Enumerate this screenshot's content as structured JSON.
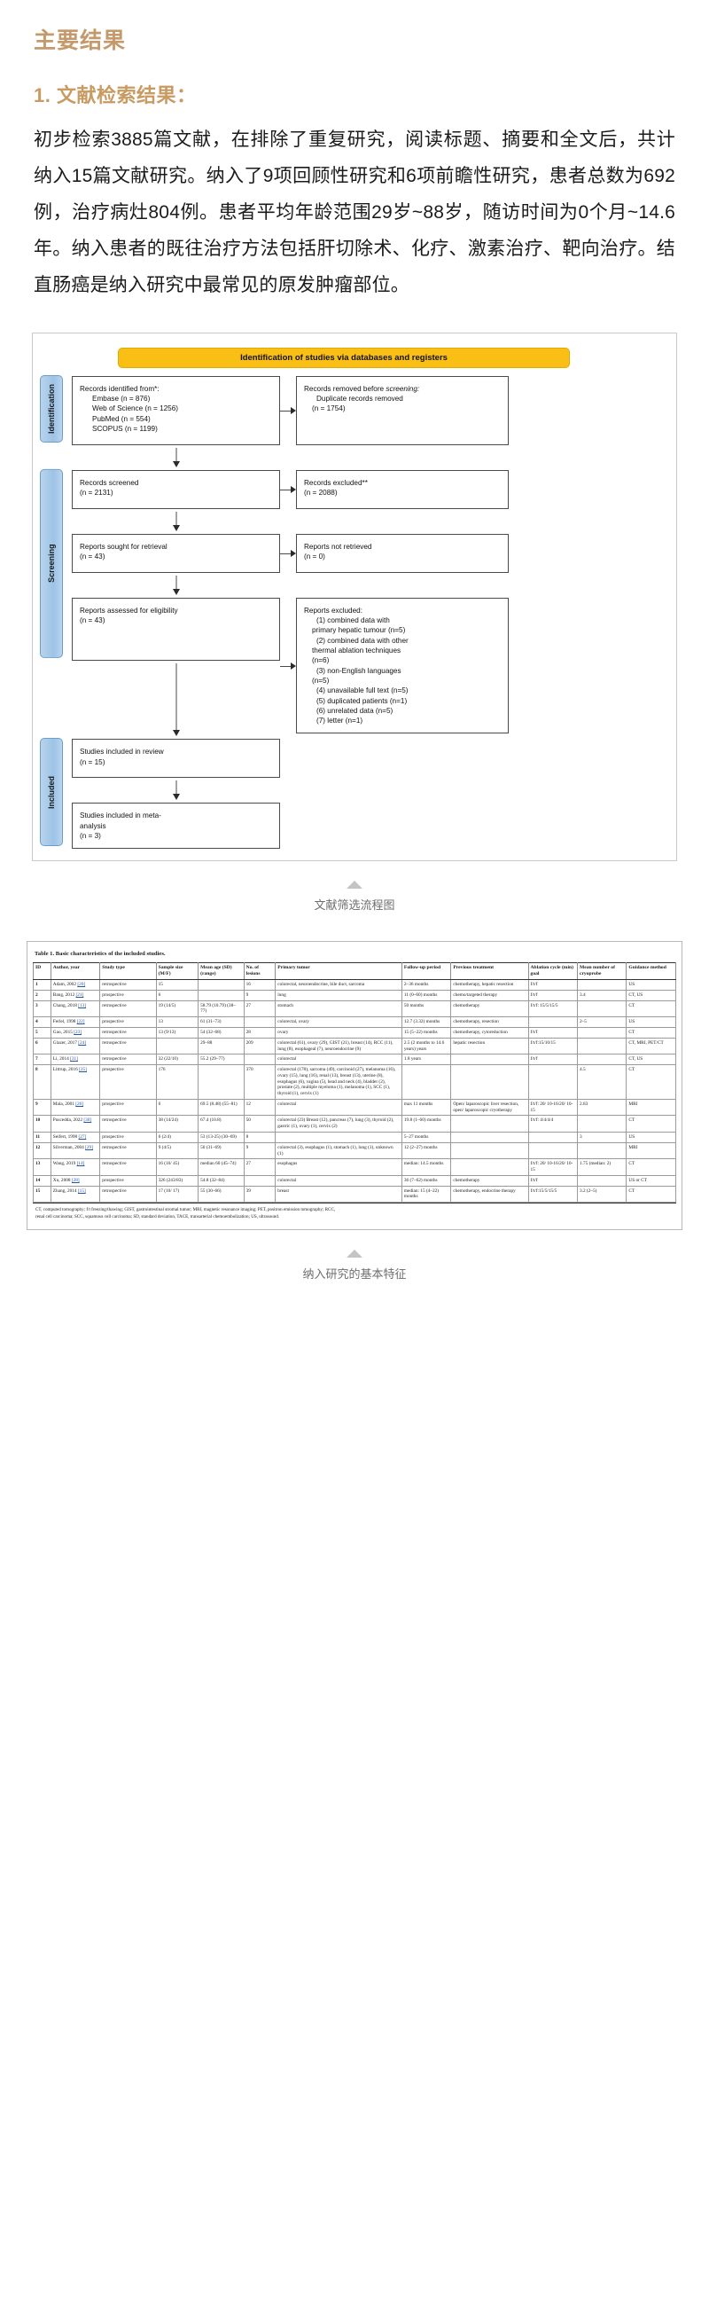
{
  "article": {
    "section_title": "主要结果",
    "sub_title": "1. 文献检索结果：",
    "body": "初步检索3885篇文献，在排除了重复研究，阅读标题、摘要和全文后，共计纳入15篇文献研究。纳入了9项回顾性研究和6项前瞻性研究，患者总数为692例，治疗病灶804例。患者平均年龄范围29岁~88岁，随访时间为0个月~14.6年。纳入患者的既往治疗方法包括肝切除术、化疗、激素治疗、靶向治疗。结直肠癌是纳入研究中最常见的原发肿瘤部位。"
  },
  "figure1": {
    "caption": "文献筛选流程图",
    "banner": "Identification of studies via databases and registers",
    "stages": {
      "identification": "Identification",
      "screening": "Screening",
      "included": "Included"
    },
    "boxes": {
      "records_identified_title": "Records identified from*:",
      "records_identified_lines": [
        "Embase (n = 876)",
        "Web of Science (n = 1256)",
        "PubMed (n = 554)",
        "SCOPUS (n = 1199)"
      ],
      "records_removed_title": "Records removed before",
      "records_removed_title2": "screening:",
      "records_removed_lines": [
        "Duplicate records removed",
        "(n = 1754)"
      ],
      "records_screened": "Records screened",
      "records_screened_n": "(n = 2131)",
      "records_excluded": "Records excluded**",
      "records_excluded_n": "(n = 2088)",
      "reports_sought": "Reports sought for retrieval",
      "reports_sought_n": "(n = 43)",
      "reports_not_retrieved": "Reports not retrieved",
      "reports_not_retrieved_n": "(n = 0)",
      "reports_assessed": "Reports assessed for eligibility",
      "reports_assessed_n": "(n = 43)",
      "reports_excluded_title": "Reports excluded:",
      "reports_excluded_lines": [
        "(1) combined data with",
        "primary hepatic tumour (n=5)",
        "(2) combined data with other",
        "thermal ablation techniques",
        "(n=6)",
        "(3) non-English languages",
        "(n=5)",
        "(4) unavailable full text (n=5)",
        "(5) duplicated patients (n=1)",
        "(6) unrelated data (n=5)",
        "(7) letter (n=1)"
      ],
      "studies_in_review": "Studies included in review",
      "studies_in_review_n": "(n = 15)",
      "studies_in_meta": "Studies included in meta-",
      "studies_in_meta2": "analysis",
      "studies_in_meta_n": "(n = 3)"
    }
  },
  "figure2": {
    "caption": "纳入研究的基本特征",
    "table_title": "Table 1.  Basic characteristics of the included studies.",
    "columns": [
      "ID",
      "Author, year",
      "Study type",
      "Sample size (M/F)",
      "Mean age (SD) (range)",
      "No. of lesions",
      "Primary tumor",
      "Follow-up period",
      "Previous treatment",
      "Ablation cycle (min) goal",
      "Mean number of cryoprobe",
      "Guidance method"
    ],
    "rows": [
      {
        "id": "1",
        "author": "Adam, 2002",
        "ref": "[20]",
        "study_type": "retrospective",
        "sample": "15",
        "age": "",
        "lesions": "16",
        "primary": "colorectal, neuroendocrine, bile duct, sarcoma",
        "followup": "2–36 months",
        "previous": "chemotherapy, hepatic resection",
        "cycle": "f/t/f",
        "probes": "",
        "guidance": "US"
      },
      {
        "id": "2",
        "author": "Bang, 2012",
        "ref": "[21]",
        "study_type": "prospective",
        "sample": "6",
        "age": "",
        "lesions": "9",
        "primary": "lung",
        "followup": "11 (0–60) months",
        "previous": "chemo/targeted therapy",
        "cycle": "f/t/f",
        "probes": "3.4",
        "guidance": "CT, US"
      },
      {
        "id": "3",
        "author": "Chang, 2018",
        "ref": "[13]",
        "study_type": "retrospective",
        "sample": "19 (14/5)",
        "age": "58.79 (10.79) (38–77)",
        "lesions": "27",
        "primary": "stomach",
        "followup": "50 months",
        "previous": "chemotherapy",
        "cycle": "f/t/f: 15/5/15/5",
        "probes": "",
        "guidance": "CT"
      },
      {
        "id": "4",
        "author": "Ferlel, 1998",
        "ref": "[22]",
        "study_type": "prospective",
        "sample": "13",
        "age": "61 (31–73)",
        "lesions": "",
        "primary": "colorectal, ovary",
        "followup": "12.7 (3.32) months",
        "previous": "chemotherapy, resection",
        "cycle": "",
        "probes": "2–5",
        "guidance": "US"
      },
      {
        "id": "5",
        "author": "Gao, 2015",
        "ref": "[23]",
        "study_type": "retrospective",
        "sample": "13 (9/13)",
        "age": "54 (32–68)",
        "lesions": "28",
        "primary": "ovary",
        "followup": "15 (5–22) months",
        "previous": "chemotherapy, cytoreduction",
        "cycle": "f/t/f",
        "probes": "",
        "guidance": "CT"
      },
      {
        "id": "6",
        "author": "Glazer, 2017",
        "ref": "[24]",
        "study_type": "retrospective",
        "sample": "",
        "age": "29–88",
        "lesions": "209",
        "primary": "colorectal (61), ovary (29), GIST (21), breast (14), RCC (11), lung (8), esophageal (7), neuroendocrine (9)",
        "followup": "2.5 (2 months to 14.6 years) years",
        "previous": "hepatic resection",
        "cycle": "f/t/f:15/10/15",
        "probes": "",
        "guidance": "CT, MRI, PET/CT"
      },
      {
        "id": "7",
        "author": "Li, 2014",
        "ref": "[31]",
        "study_type": "retrospective",
        "sample": "32 (22/10)",
        "age": "55.2 (29–77)",
        "lesions": "",
        "primary": "colorectal",
        "followup": "1.8 years",
        "previous": "",
        "cycle": "f/t/f",
        "probes": "",
        "guidance": "CT, US"
      },
      {
        "id": "8",
        "author": "Littrup, 2016",
        "ref": "[25]",
        "study_type": "prospective",
        "sample": "176",
        "age": "",
        "lesions": "370",
        "primary": "colorectal (178), sarcoma (49), carcinoid (27), melanoma (16), ovary (15), lung (16), renal (13), breast (13), uterine (8), esophagus (6), vagina (5), head and neck (4), bladder (2), prostate (2), multiple myeloma (1), melanoma (1), SCC (1), thyroid (1), cervix (1)",
        "followup": "",
        "previous": "",
        "cycle": "",
        "probes": "4.5",
        "guidance": "CT"
      },
      {
        "id": "9",
        "author": "Mala, 2001",
        "ref": "[26]",
        "study_type": "prospective",
        "sample": "6",
        "age": "69.5 (8.48) (55–81)",
        "lesions": "12",
        "primary": "colorectal",
        "followup": "max 11 months",
        "previous": "Open/ laparoscopic liver resection, open/ laparoscopic cryotherapy",
        "cycle": "f/t/f: 20/ 10-16/20/ 10-15",
        "probes": "2.83",
        "guidance": "MRI"
      },
      {
        "id": "10",
        "author": "Puscedda, 2022",
        "ref": "[30]",
        "study_type": "retrospective",
        "sample": "38 (14/24)",
        "age": "67.4 (10.8)",
        "lesions": "50",
        "primary": "colorectal (23) Breast (12), pancreas (7), lung (3), thyroid (2), gastric (1), ovary (1), cervix (2)",
        "followup": "19.8 (1–60) months",
        "previous": "",
        "cycle": "f/t/f: 4/4/4/4",
        "probes": "",
        "guidance": "CT"
      },
      {
        "id": "11",
        "author": "Seifert, 1998",
        "ref": "[27]",
        "study_type": "prospective",
        "sample": "6 (2/4)",
        "age": "53 (13-25) (30–69)",
        "lesions": "8",
        "primary": "",
        "followup": "5–27 months",
        "previous": "",
        "cycle": "",
        "probes": "3",
        "guidance": "US"
      },
      {
        "id": "12",
        "author": "Silverman, 2004",
        "ref": "[29]",
        "study_type": "retrospective",
        "sample": "9 (4/5)",
        "age": "50 (31–69)",
        "lesions": "9",
        "primary": "colorectal (3), esophagus (1), stomach (1), lung (1), unknown (1)",
        "followup": "12 (2–27) months",
        "previous": "",
        "cycle": "",
        "probes": "",
        "guidance": "MRI"
      },
      {
        "id": "13",
        "author": "Wang, 2019",
        "ref": "[14]",
        "study_type": "retrospective",
        "sample": "16 (16/ 45)",
        "age": "median 60 (45–74)",
        "lesions": "27",
        "primary": "esophagus",
        "followup": "median: 14.5 months",
        "previous": "",
        "cycle": "f/t/f: 20/ 10-16/20/ 10-15",
        "probes": "1.75 (median: 2)",
        "guidance": "CT"
      },
      {
        "id": "14",
        "author": "Xu, 2008",
        "ref": "[28]",
        "study_type": "prospective",
        "sample": "326 (243/83)",
        "age": "54.8 (32–84)",
        "lesions": "",
        "primary": "colorectal",
        "followup": "36 (7–62) months",
        "previous": "chemotherapy",
        "cycle": "f/t/f",
        "probes": "",
        "guidance": "US or CT"
      },
      {
        "id": "15",
        "author": "Zhang, 2014",
        "ref": "[15]",
        "study_type": "retrospective",
        "sample": "17 (10/ 17)",
        "age": "55 (30–66)",
        "lesions": "39",
        "primary": "breast",
        "followup": "median: 15 (4–22) months",
        "previous": "chemotherapy, endocrine therapy",
        "cycle": "f/t/f:15/5/15/5",
        "probes": "3.2 (2–5)",
        "guidance": "CT"
      }
    ],
    "footnote_line1": "CT, computed tomography; f/t freezing/thawing; GIST, gastrointestinal stromal tumor; MRI, magnetic resonance imaging; PET, positron emission tomography; RCC,",
    "footnote_line2": "renal cell carcinoma; SCC, squamous cell carcinoma; SD, standard deviation, TACE, transarterial chemoembolization; US, ultrasound."
  },
  "colors": {
    "heading": "#c49a6c",
    "banner": "#f9bf15",
    "stage": "#9dc3e6"
  }
}
